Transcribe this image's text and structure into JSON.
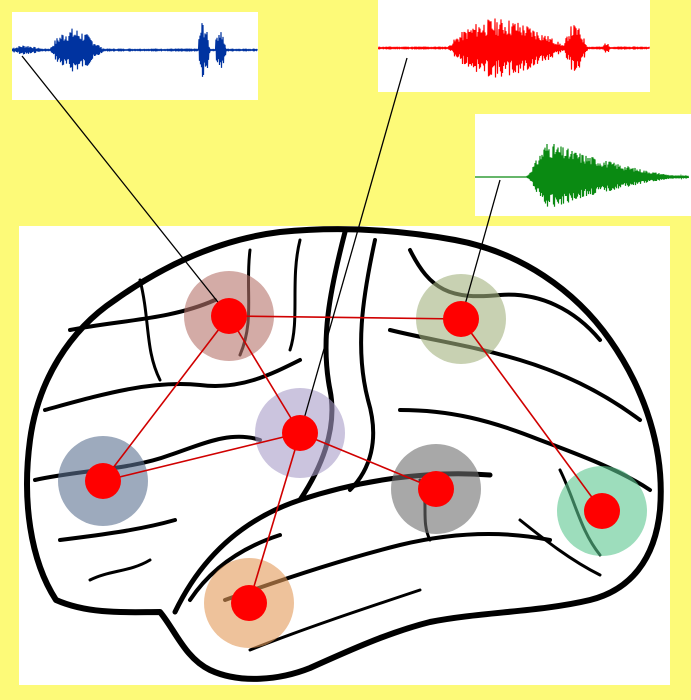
{
  "colors": {
    "background": "#fdfa78",
    "panel": "#ffffff",
    "node": "#ff0000",
    "edge": "#d00000",
    "pointer": "#000000",
    "outline": "#000000"
  },
  "waveforms": [
    {
      "id": "blue",
      "color": "#0033a0"
    },
    {
      "id": "red",
      "color": "#ff0000"
    },
    {
      "id": "green",
      "color": "#0a8a12"
    }
  ],
  "regions": [
    {
      "id": "frontal-upper",
      "halo": "#b5736a"
    },
    {
      "id": "parietal",
      "halo": "#a3b37f"
    },
    {
      "id": "central",
      "halo": "#a99cc8"
    },
    {
      "id": "frontal-pole",
      "halo": "#5c7191"
    },
    {
      "id": "temporal-mid",
      "halo": "#6e6e6e"
    },
    {
      "id": "occipital",
      "halo": "#5cc690"
    },
    {
      "id": "temporal-pole",
      "halo": "#e39a58"
    }
  ],
  "connections": [
    [
      "frontal-upper",
      "parietal"
    ],
    [
      "frontal-upper",
      "central"
    ],
    [
      "frontal-upper",
      "frontal-pole"
    ],
    [
      "frontal-pole",
      "central"
    ],
    [
      "central",
      "temporal-mid"
    ],
    [
      "central",
      "temporal-pole"
    ],
    [
      "parietal",
      "occipital"
    ]
  ],
  "pointers": [
    [
      "blue",
      "frontal-upper"
    ],
    [
      "red",
      "central"
    ],
    [
      "green",
      "parietal"
    ]
  ]
}
